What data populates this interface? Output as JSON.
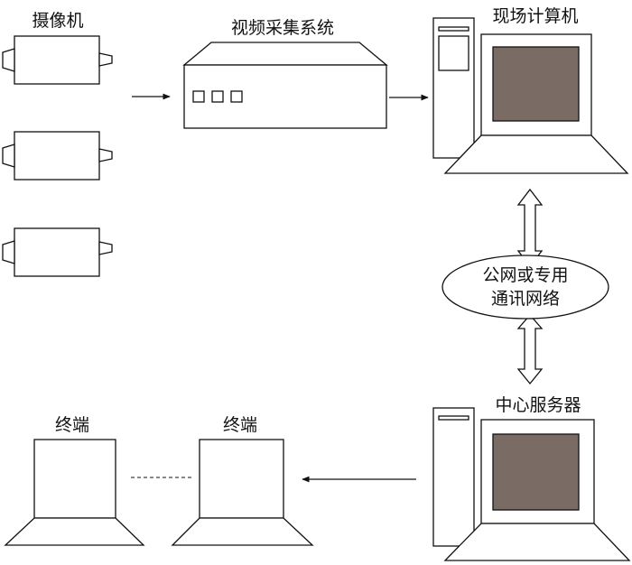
{
  "labels": {
    "camera": "摄像机",
    "capture": "视频采集系统",
    "site_computer": "现场计算机",
    "network_line1": "公网或专用",
    "network_line2": "通讯网络",
    "server": "中心服务器",
    "terminal_a": "终端",
    "terminal_b": "终端"
  },
  "colors": {
    "line": "#111111",
    "screen": "#7a6b64",
    "background": "#ffffff"
  }
}
